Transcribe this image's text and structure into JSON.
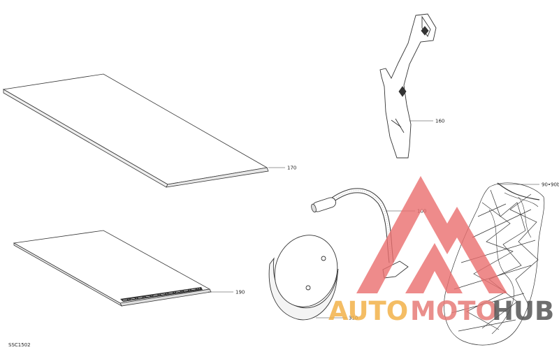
{
  "diagram": {
    "parts": [
      {
        "id": "part-170",
        "label": "170",
        "name": "large-mat"
      },
      {
        "id": "part-190",
        "label": "190",
        "name": "small-mat"
      },
      {
        "id": "part-160",
        "label": "160",
        "name": "spanner-wrench"
      },
      {
        "id": "part-90",
        "label": "90•90b",
        "name": "bag"
      },
      {
        "id": "part-100",
        "label": "100",
        "name": "flexible-light"
      },
      {
        "id": "part-310",
        "label": "310",
        "name": "round-case"
      }
    ],
    "drawing_code": "SSC1502"
  },
  "watermark": {
    "part1": "AUTO",
    "part2": "MOTO",
    "part3": "HUB",
    "colors": {
      "auto": "#f3b24a",
      "moto": "#e77c78",
      "hub": "#555555",
      "logo": "#ea6f6f"
    }
  }
}
